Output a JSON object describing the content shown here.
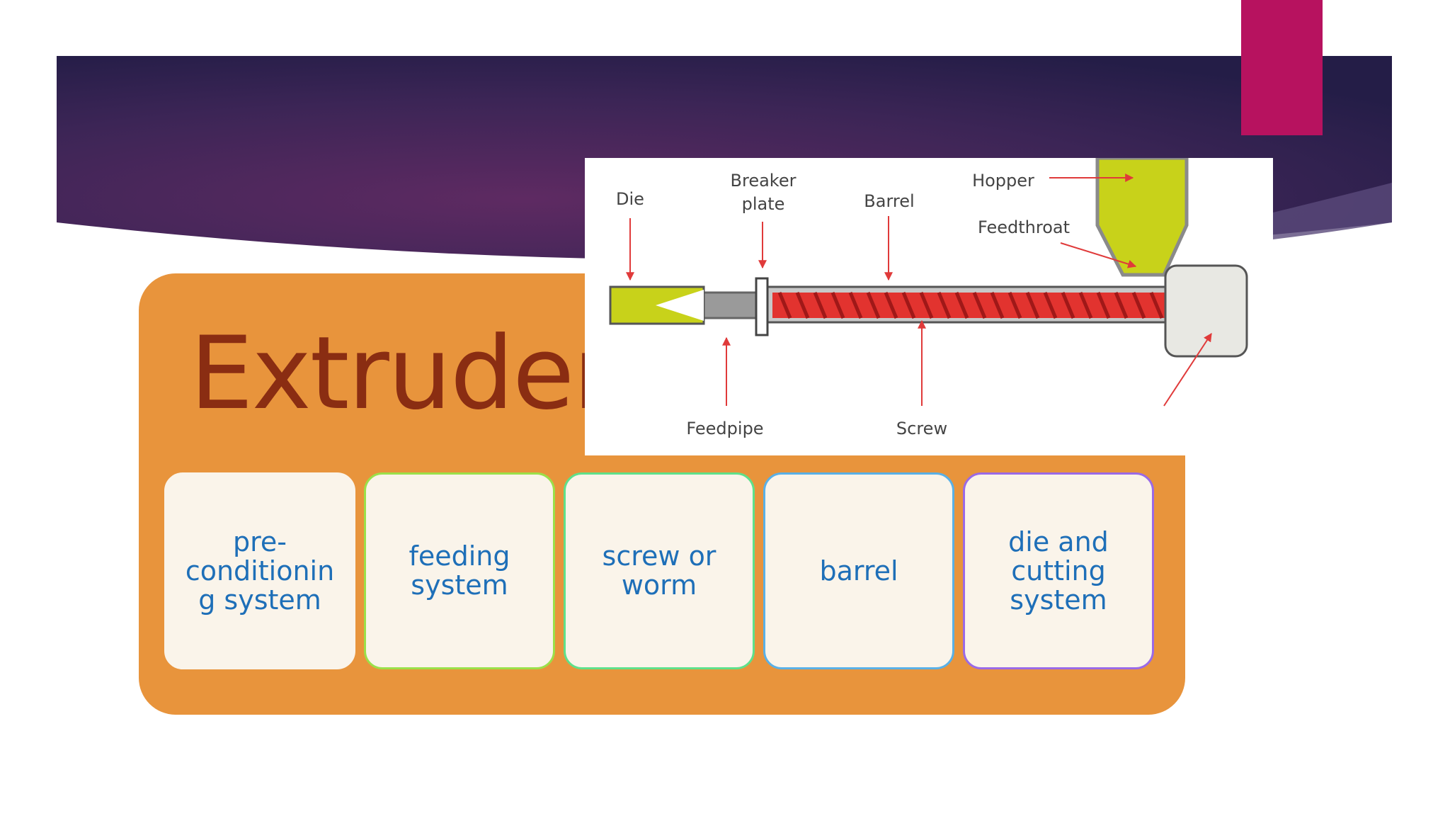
{
  "slide": {
    "title": "Extruder",
    "colors": {
      "banner": "#3b2459",
      "accent_tab": "#b7125f",
      "panel": "#e8943c",
      "title_text": "#8a2d12",
      "card_text": "#1e6fb8"
    }
  },
  "diagram": {
    "labels": {
      "die": "Die",
      "breaker_plate": [
        "Breaker",
        "plate"
      ],
      "barrel": "Barrel",
      "hopper": "Hopper",
      "feedthroat": "Feedthroat",
      "feedpipe": "Feedpipe",
      "screw": "Screw"
    }
  },
  "components": [
    {
      "label": "pre-conditionin g system",
      "lines": [
        "pre-",
        "conditionin",
        "g system"
      ]
    },
    {
      "label": "feeding system",
      "lines": [
        "feeding",
        "system"
      ]
    },
    {
      "label": "screw or worm",
      "lines": [
        "screw or",
        "worm"
      ]
    },
    {
      "label": "barrel",
      "lines": [
        "barrel"
      ]
    },
    {
      "label": "die and cutting system",
      "lines": [
        "die and",
        "cutting",
        "system"
      ]
    }
  ]
}
